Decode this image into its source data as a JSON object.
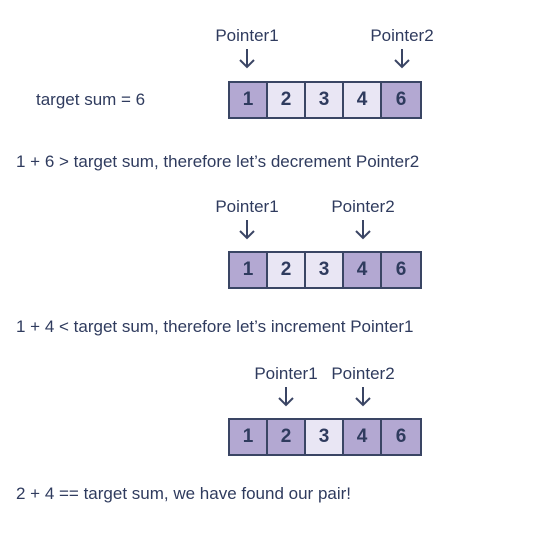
{
  "target_label": "target sum = 6",
  "colors": {
    "highlight": "#b3a8d2",
    "normal": "#e9e6f4",
    "border": "#3a4564",
    "text": "#2f3b5e"
  },
  "steps": [
    {
      "values": [
        "1",
        "2",
        "3",
        "4",
        "6"
      ],
      "highlight": [
        true,
        false,
        false,
        false,
        true
      ],
      "pointer1": "Pointer1",
      "pointer2": "Pointer2",
      "caption": "1 + 6 > target sum, therefore let’s decrement Pointer2"
    },
    {
      "values": [
        "1",
        "2",
        "3",
        "4",
        "6"
      ],
      "highlight": [
        true,
        false,
        false,
        true,
        true
      ],
      "pointer1": "Pointer1",
      "pointer2": "Pointer2",
      "caption": "1 + 4 < target sum, therefore let’s increment Pointer1"
    },
    {
      "values": [
        "1",
        "2",
        "3",
        "4",
        "6"
      ],
      "highlight": [
        true,
        true,
        false,
        true,
        true
      ],
      "pointer1": "Pointer1",
      "pointer2": "Pointer2",
      "caption": "2 + 4 == target sum, we have found our pair!"
    }
  ]
}
